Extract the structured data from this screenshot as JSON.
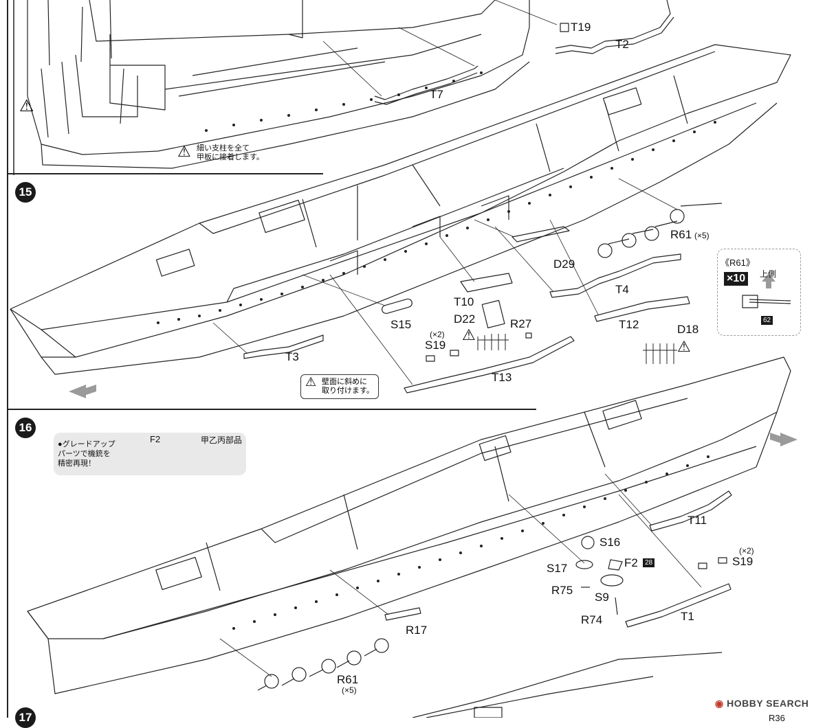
{
  "steps": {
    "s14": {
      "parts": [
        "T19",
        "T2",
        "T7"
      ],
      "note": [
        "細い支柱を全て",
        "甲板に接着します。"
      ]
    },
    "s15": {
      "number": "15",
      "parts": [
        "S15",
        "T3",
        "T10",
        "D22",
        "R27",
        "S19",
        "T13",
        "D29",
        "T4",
        "T12",
        "D18",
        "R61"
      ],
      "s19_qty": "(×2)",
      "r61_qty": "(×5)",
      "note": [
        "壁面に斜めに",
        "取り付けます。"
      ],
      "inset": {
        "title": "《R61》",
        "qty": "×10",
        "direction": "上側",
        "ref": "62"
      }
    },
    "s16": {
      "number": "16",
      "parts": [
        "T11",
        "S16",
        "S17",
        "F2",
        "R75",
        "S9",
        "R74",
        "S19",
        "T1",
        "R17",
        "R61"
      ],
      "f2_ref": "28",
      "s19_qty": "(×2)",
      "r61_qty": "(×5)",
      "gradeup": {
        "text": [
          "●グレードアップ",
          "パーツで機銃を",
          "精密再現！"
        ],
        "from": "F2",
        "to": "甲乙丙部品"
      }
    },
    "s17": {
      "number": "17",
      "partial": "R36"
    }
  },
  "logo": "HOBBY SEARCH",
  "colors": {
    "ink": "#1a1a1a",
    "arrow": "#9a9a9a",
    "gradeup_bg": "#e9e9e9"
  },
  "icons": [
    "warning-icon",
    "arrow-icon",
    "hobbysearch-logo-icon"
  ]
}
